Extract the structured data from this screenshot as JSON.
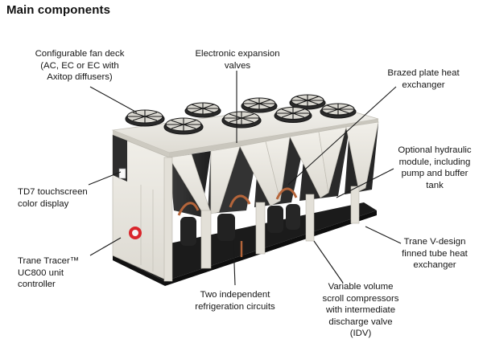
{
  "title": "Main components",
  "callouts": {
    "fan_deck": [
      "Configurable fan deck",
      "(AC, EC or EC with",
      "Axitop diffusers)"
    ],
    "expansion_valves": [
      "Electronic expansion",
      "valves"
    ],
    "brazed_plate": [
      "Brazed plate heat",
      "exchanger"
    ],
    "hydraulic_module": [
      "Optional hydraulic",
      "module, including",
      "pump and buffer",
      "tank"
    ],
    "touchscreen": [
      "TD7 touchscreen",
      "color display"
    ],
    "tracer": [
      "Trane Tracer™",
      "UC800 unit",
      "controller"
    ],
    "circuits": [
      "Two independent",
      "refrigeration circuits"
    ],
    "compressors": [
      "Variable volume",
      "scroll compressors",
      "with intermediate",
      "discharge valve",
      "(IDV)"
    ],
    "vdesign": [
      "Trane V-design",
      "finned tube heat",
      "exchanger"
    ]
  },
  "colors": {
    "frame": "#e9e7e0",
    "frame_shade": "#cfccc3",
    "coil": "#2e2e2e",
    "base": "#1c1c1c",
    "pipe": "#b5653a",
    "logo": "#d9262c"
  }
}
